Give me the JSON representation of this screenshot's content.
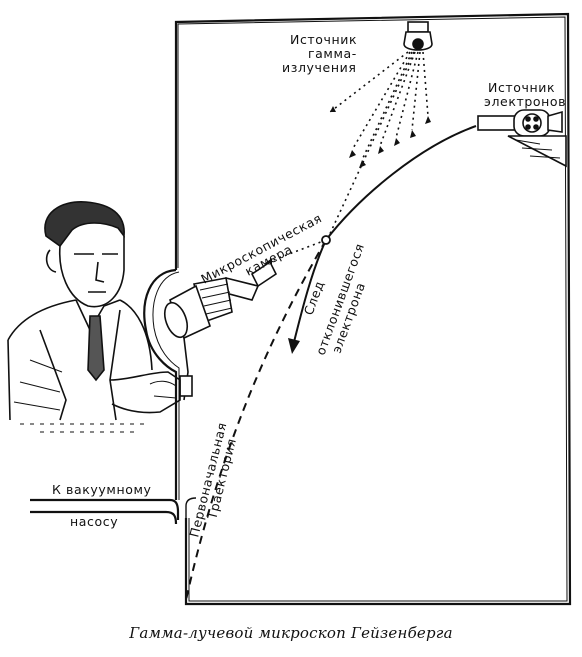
{
  "labels": {
    "gamma_source_1": "Источник",
    "gamma_source_2": "гамма-",
    "gamma_source_3": "излучения",
    "electron_source_1": "Источник",
    "electron_source_2": "электронов",
    "micro_camera_1": "Микроскопическая",
    "micro_camera_2": "камера",
    "deflected_1": "След",
    "deflected_2": "отклонившегося",
    "deflected_3": "электрона",
    "initial_1": "Первоначальная",
    "initial_2": "Траектория",
    "vacuum_1": "К вакуумному",
    "vacuum_2": "насосу"
  },
  "caption": "Гамма-лучевой микроскоп Гейзенберга",
  "icons": [
    "gamma-lamp-icon",
    "electron-gun-icon",
    "microscope-icon",
    "scientist-figure"
  ],
  "colors": {
    "ink": "#111111",
    "paper": "#ffffff"
  }
}
